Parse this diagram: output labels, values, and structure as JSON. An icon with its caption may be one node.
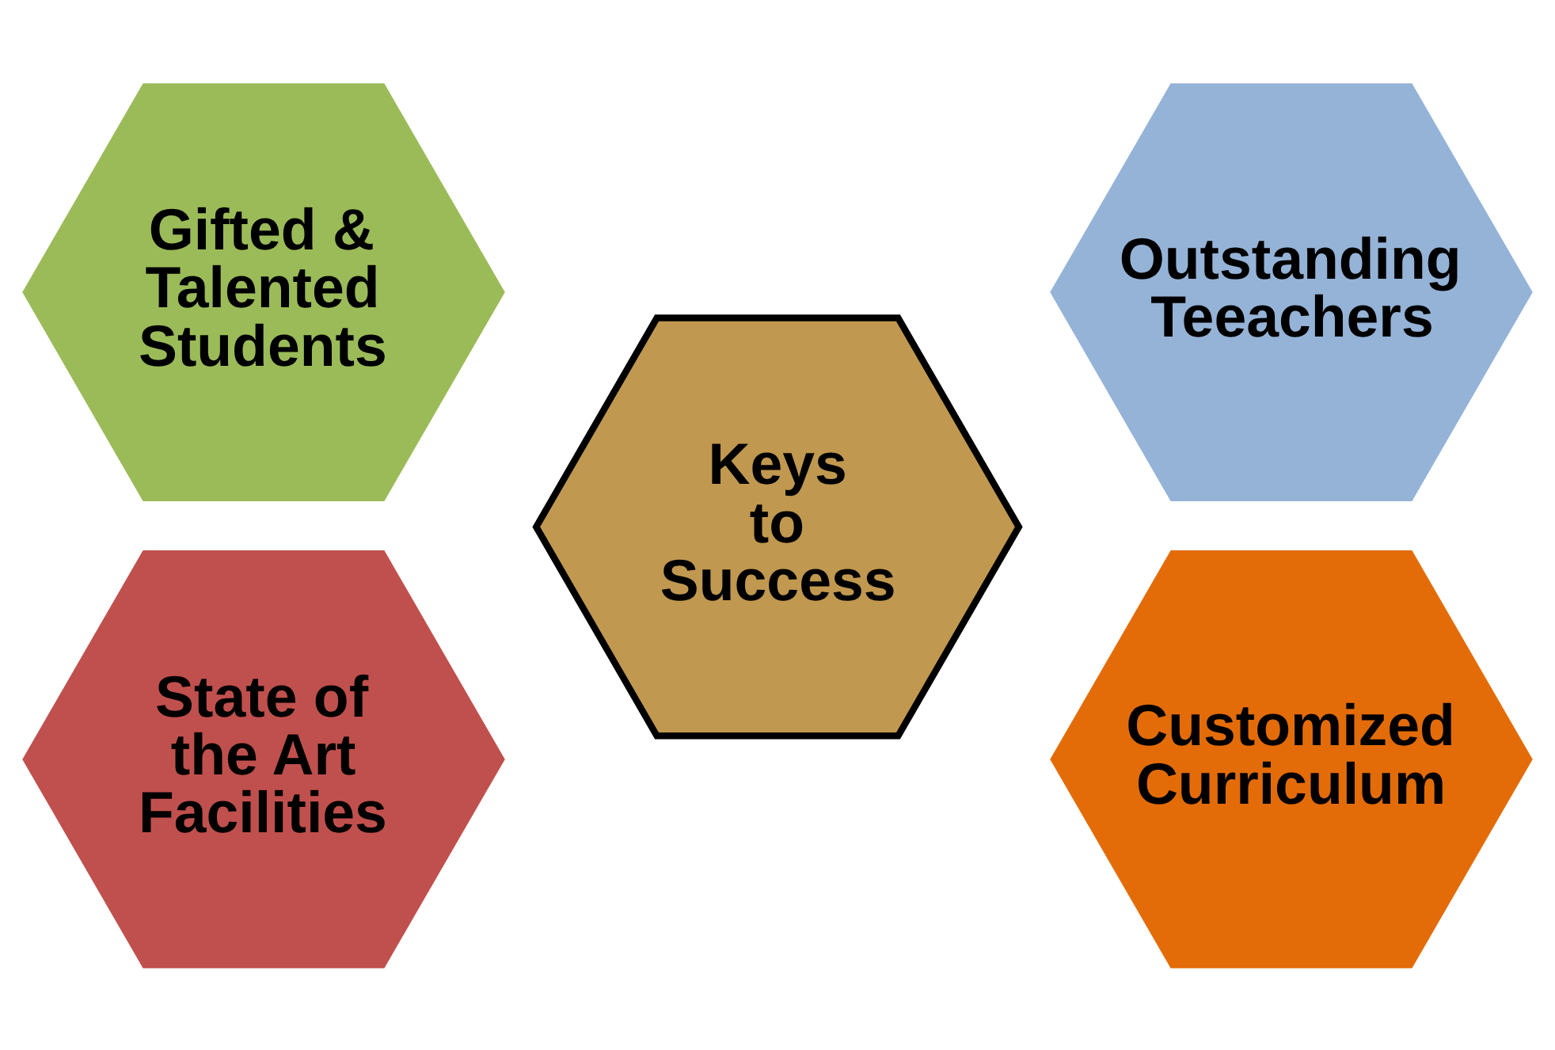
{
  "diagram": {
    "nodes": [
      {
        "text": [
          "Gifted & Talented Students"
        ]
      },
      {
        "text": [
          "Outstanding Teeachers"
        ]
      },
      {
        "text": [
          "Keys to Success"
        ]
      },
      {
        "text": [
          "State of the Art Facilities"
        ]
      },
      {
        "text": [
          "Customized Curriculum"
        ]
      }
    ],
    "edges": []
  }
}
